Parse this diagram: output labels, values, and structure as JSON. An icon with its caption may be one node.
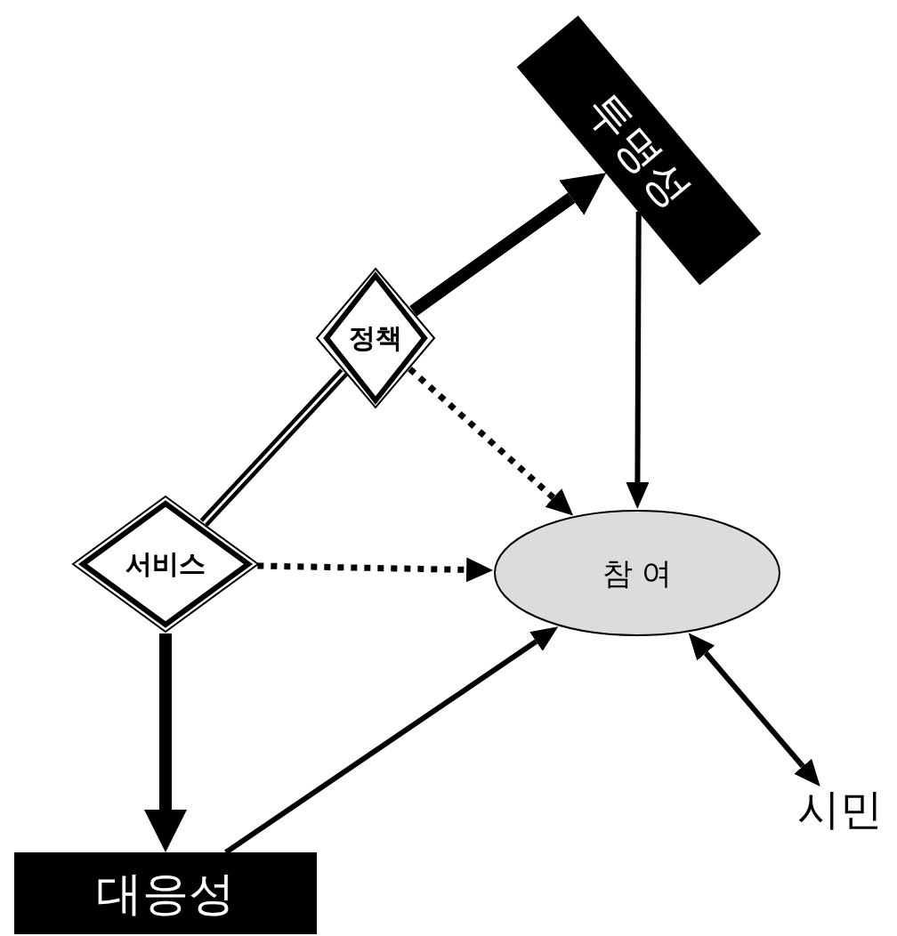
{
  "diagram": {
    "nodes": [
      {
        "text": [
          "투명성"
        ]
      },
      {
        "text": [
          "정책"
        ]
      },
      {
        "text": [
          "서비스"
        ]
      },
      {
        "text": [
          "참 여"
        ]
      },
      {
        "text": [
          "시민"
        ]
      },
      {
        "text": [
          "대응성"
        ]
      }
    ],
    "edges": [
      {
        "from": 1,
        "to": 0,
        "arrow": "to",
        "style": "thick"
      },
      {
        "from": 0,
        "to": 3,
        "arrow": "to"
      },
      {
        "from": 1,
        "to": 3,
        "arrow": "to",
        "style": "dashed"
      },
      {
        "from": 2,
        "to": 1,
        "arrow": "none"
      },
      {
        "from": 2,
        "to": 3,
        "arrow": "to",
        "style": "dashed"
      },
      {
        "from": 2,
        "to": 5,
        "arrow": "to",
        "style": "thick"
      },
      {
        "from": 5,
        "to": 3,
        "arrow": "to"
      },
      {
        "from": 3,
        "to": 4,
        "arrow": "both"
      }
    ]
  }
}
